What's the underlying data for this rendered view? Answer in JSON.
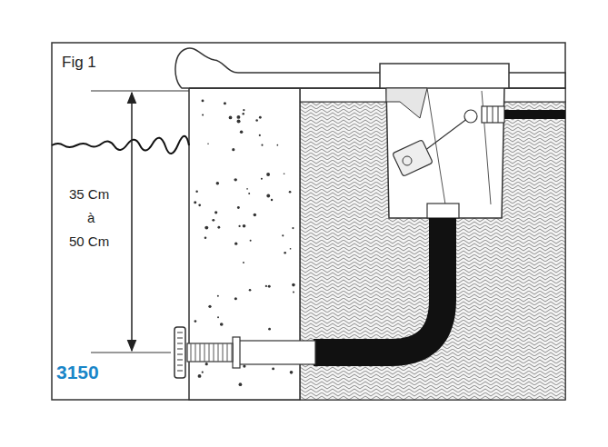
{
  "diagram": {
    "labels": [
      "Fig 1",
      "35 Cm",
      "à",
      "50 Cm",
      "3150"
    ]
  }
}
